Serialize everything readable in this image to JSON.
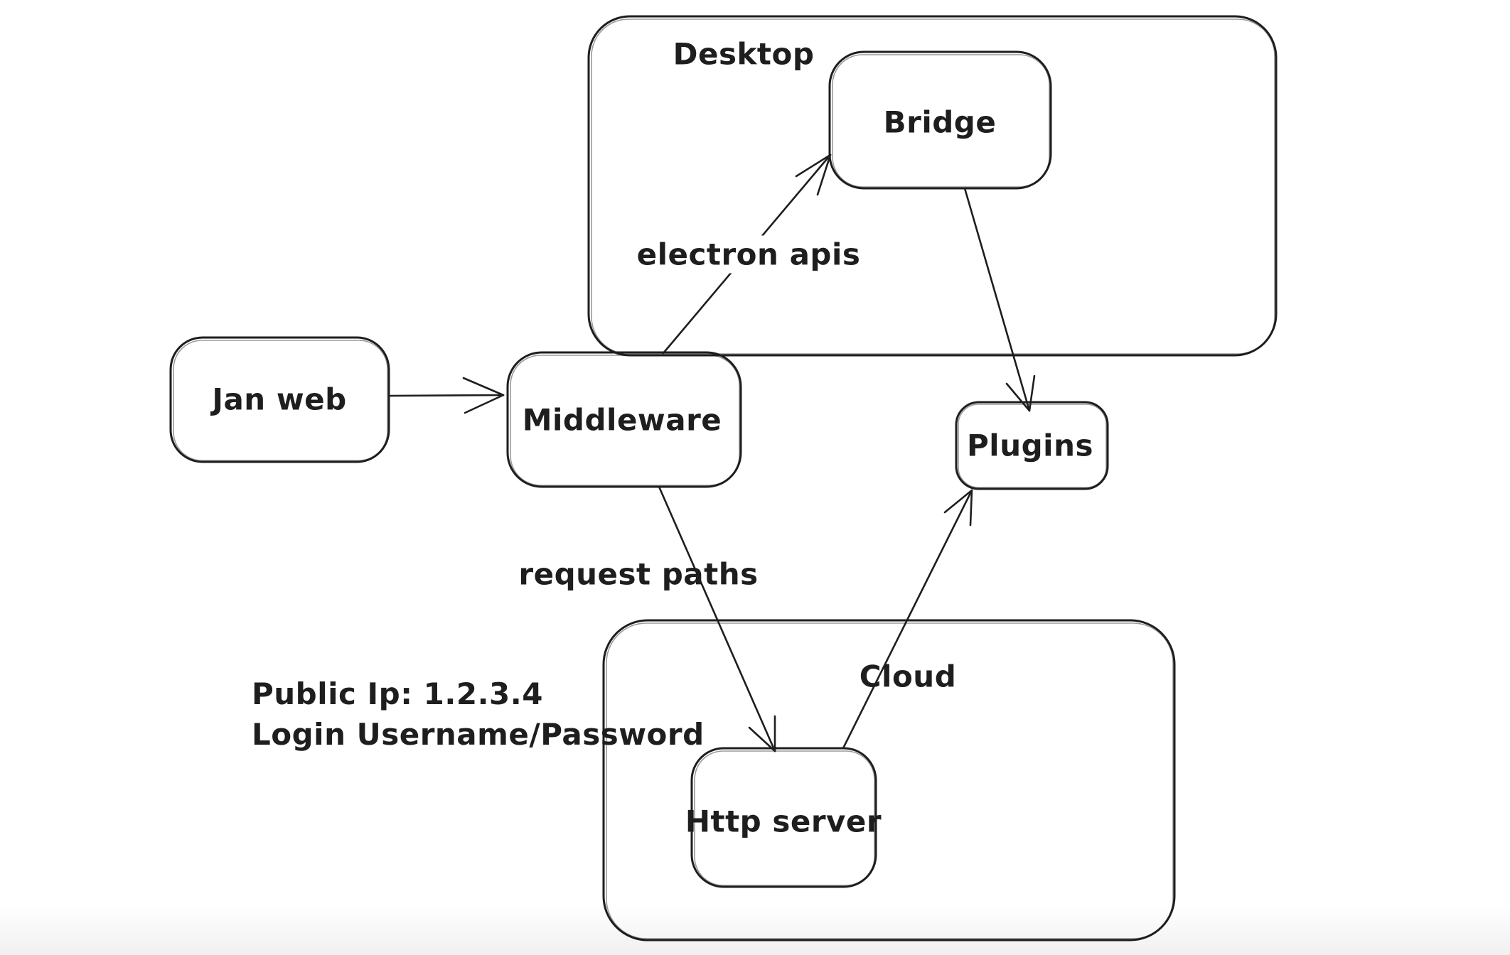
{
  "canvas": {
    "background": "#ffffff",
    "ink_color": "#1e1e1e"
  },
  "diagram": {
    "containers": {
      "desktop": {
        "label": "Desktop"
      },
      "cloud": {
        "label": "Cloud"
      }
    },
    "nodes": {
      "jan_web": {
        "label": "Jan web"
      },
      "middleware": {
        "label": "Middleware"
      },
      "bridge": {
        "label": "Bridge"
      },
      "plugins": {
        "label": "Plugins"
      },
      "http_server": {
        "label": "Http server"
      }
    },
    "edges": [
      {
        "from": "Jan web",
        "to": "Middleware",
        "label": ""
      },
      {
        "from": "Middleware",
        "to": "Bridge",
        "label": "electron apis"
      },
      {
        "from": "Bridge",
        "to": "Plugins",
        "label": ""
      },
      {
        "from": "Middleware",
        "to": "Http server",
        "label": "request paths"
      },
      {
        "from": "Http server",
        "to": "Plugins",
        "label": ""
      }
    ],
    "annotation": {
      "line1": "Public Ip: 1.2.3.4",
      "line2": "Login Username/Password"
    }
  }
}
